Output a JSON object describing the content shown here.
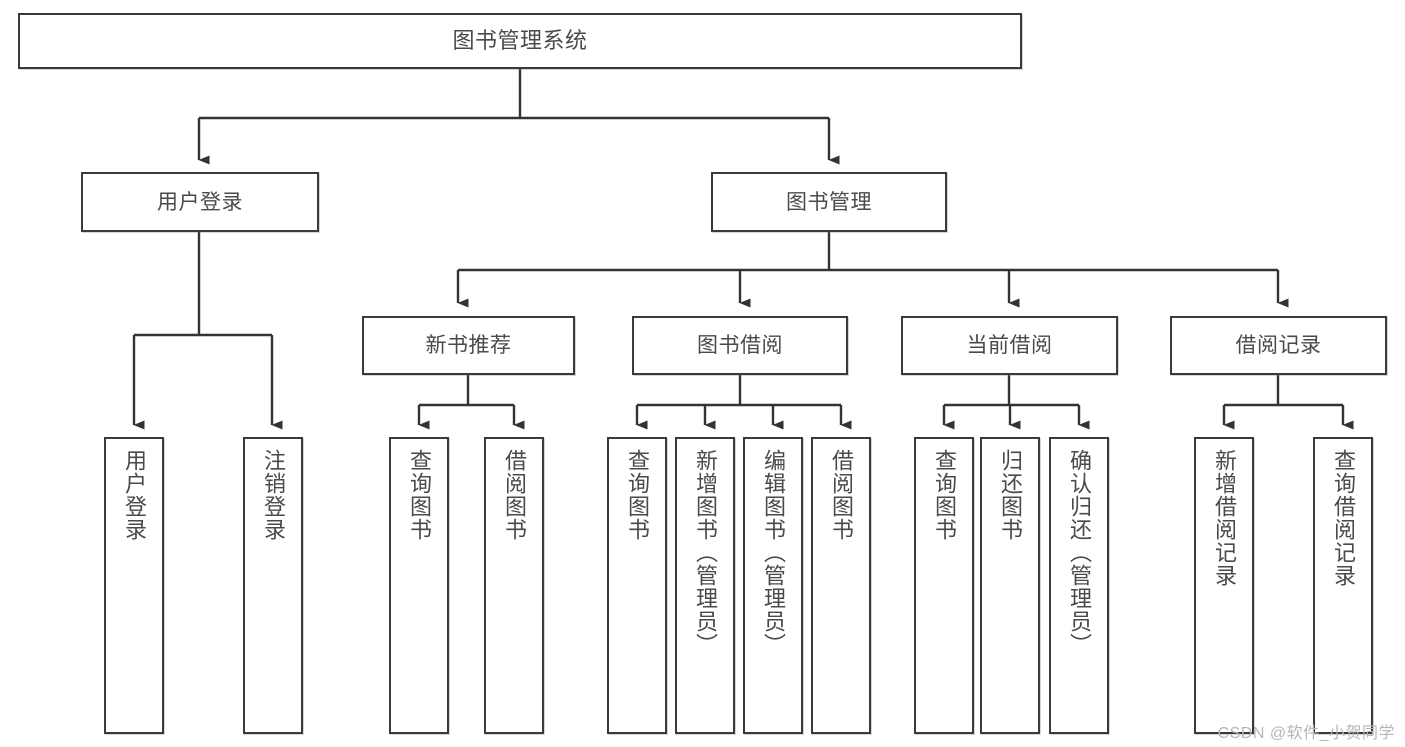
{
  "diagram": {
    "title": "图书管理系统",
    "watermark": "CSDN @软件_小贺同学",
    "colors": {
      "node_border": "#3a3a3a",
      "node_fill": "#ffffff",
      "text": "#4a4a4a",
      "edge": "#333333",
      "watermark": "#b6b6b6",
      "background": "#ffffff"
    },
    "nodes": {
      "root": "图书管理系统",
      "level2": {
        "user_login": "用户登录",
        "book_manage": "图书管理"
      },
      "level3": {
        "new_book_rec": "新书推荐",
        "book_borrow": "图书借阅",
        "current_borrow": "当前借阅",
        "borrow_record": "借阅记录"
      },
      "leaves": {
        "user_login_1": "用户登录",
        "user_login_2": "注销登录",
        "new_book_rec_1": "查询图书",
        "new_book_rec_2": "借阅图书",
        "book_borrow_1": "查询图书",
        "book_borrow_2": "新增图书（管理员）",
        "book_borrow_3": "编辑图书（管理员）",
        "book_borrow_4": "借阅图书",
        "current_borrow_1": "查询图书",
        "current_borrow_2": "归还图书",
        "current_borrow_3": "确认归还（管理员）",
        "borrow_record_1": "新增借阅记录",
        "borrow_record_2": "查询借阅记录"
      }
    }
  }
}
